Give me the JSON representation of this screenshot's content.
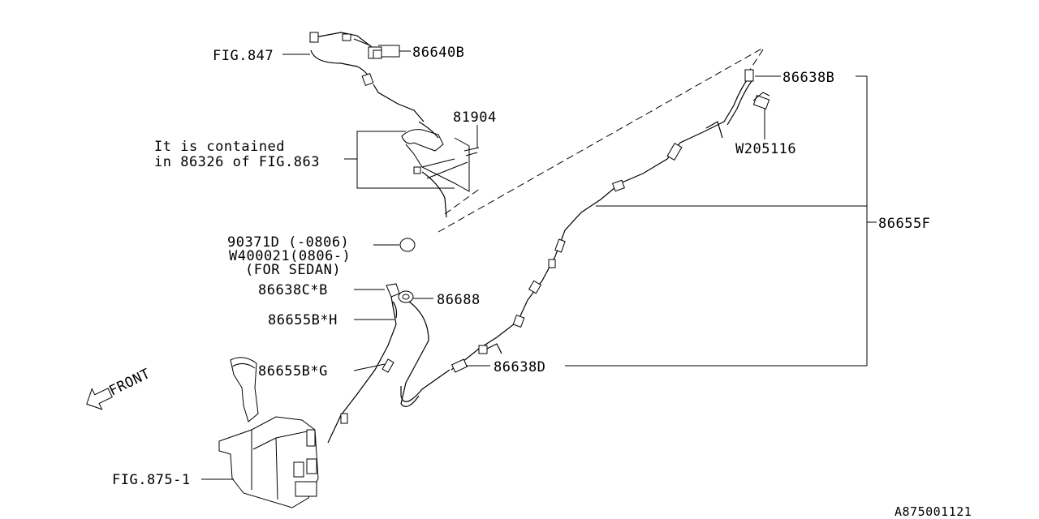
{
  "labels": {
    "fig847": "FIG.847",
    "p86640B": "86640B",
    "p81904": "81904",
    "note_line1": "It is contained",
    "note_line2": "in 86326 of FIG.863",
    "p90371D": "90371D (-0806)",
    "pW400021": "W400021(0806-)",
    "for_sedan": "(FOR SEDAN)",
    "p86638C": "86638C*B",
    "p86688": "86688",
    "p86655BH": "86655B*H",
    "p86655BG": "86655B*G",
    "p86638D": "86638D",
    "p86638B": "86638B",
    "pW205116": "W205116",
    "p86655F": "86655F",
    "fig875": "FIG.875-1",
    "front": "FRONT",
    "diagram_id": "A875001121"
  }
}
